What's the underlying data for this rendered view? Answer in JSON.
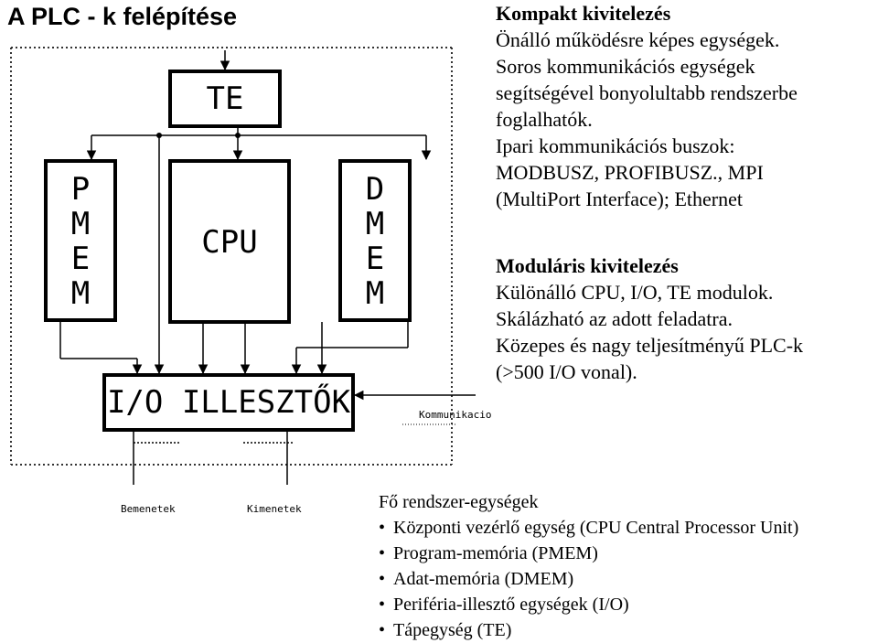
{
  "title": "A PLC - k felépítése",
  "diagram": {
    "te": "TE",
    "cpu": "CPU",
    "pmem": [
      "P",
      "M",
      "E",
      "M"
    ],
    "dmem": [
      "D",
      "M",
      "E",
      "M"
    ],
    "io": "I/O ILLESZTŐK",
    "kommunikacio": "Kommunikacio",
    "bemenetek": "Bemenetek",
    "kimenetek": "Kimenetek"
  },
  "kompakt": {
    "heading": "Kompakt kivitelezés",
    "lines": [
      "Önálló működésre képes egységek.",
      "Soros kommunikációs egységek",
      "segítségével bonyolultabb rendszerbe",
      "foglalhatók.",
      "Ipari kommunikációs buszok:",
      "MODBUSZ, PROFIBUSZ., MPI",
      "(MultiPort Interface); Ethernet"
    ]
  },
  "modularis": {
    "heading": "Moduláris kivitelezés",
    "lines": [
      "Különálló CPU, I/O, TE modulok.",
      "Skálázható az adott feladatra.",
      "Közepes és nagy teljesítményű PLC-k",
      "(>500 I/O vonal)."
    ]
  },
  "rendszer": {
    "heading": "Fő rendszer-egységek",
    "bullet": "•",
    "items": [
      "Központi vezérlő egység (CPU    Central Processor Unit)",
      "Program-memória (PMEM)",
      "Adat-memória (DMEM)",
      "Periféria-illesztő egységek (I/O)",
      "Tápegység (TE)"
    ]
  }
}
